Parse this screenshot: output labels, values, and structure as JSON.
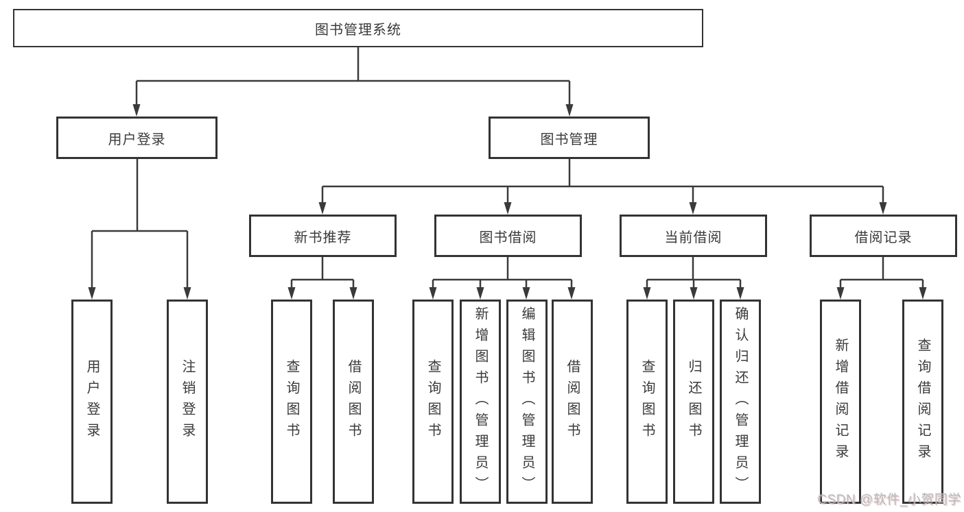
{
  "colors": {
    "background": "#ffffff",
    "line": "#3a3a3a",
    "box_border": "#333333",
    "text": "#3a3a3a",
    "watermark": "#b9b9b9"
  },
  "tree": {
    "root": {
      "label": "图书管理系统"
    },
    "level2": [
      {
        "label": "用户登录"
      },
      {
        "label": "图书管理"
      }
    ],
    "level3": [
      {
        "label": "新书推荐",
        "parent": "图书管理"
      },
      {
        "label": "图书借阅",
        "parent": "图书管理"
      },
      {
        "label": "当前借阅",
        "parent": "图书管理"
      },
      {
        "label": "借阅记录",
        "parent": "图书管理"
      }
    ],
    "leaves": [
      {
        "label": "用户登录",
        "parent": "用户登录"
      },
      {
        "label": "注销登录",
        "parent": "用户登录"
      },
      {
        "label": "查询图书",
        "parent": "新书推荐"
      },
      {
        "label": "借阅图书",
        "parent": "新书推荐"
      },
      {
        "label": "查询图书",
        "parent": "图书借阅"
      },
      {
        "label": "新增图书（管理员）",
        "parent": "图书借阅"
      },
      {
        "label": "编辑图书（管理员）",
        "parent": "图书借阅"
      },
      {
        "label": "借阅图书",
        "parent": "图书借阅"
      },
      {
        "label": "查询图书",
        "parent": "当前借阅"
      },
      {
        "label": "归还图书",
        "parent": "当前借阅"
      },
      {
        "label": "确认归还（管理员）",
        "parent": "当前借阅"
      },
      {
        "label": "新增借阅记录",
        "parent": "借阅记录"
      },
      {
        "label": "查询借阅记录",
        "parent": "借阅记录"
      }
    ]
  },
  "watermark": {
    "text": "CSDN @软件_小贺同学"
  }
}
